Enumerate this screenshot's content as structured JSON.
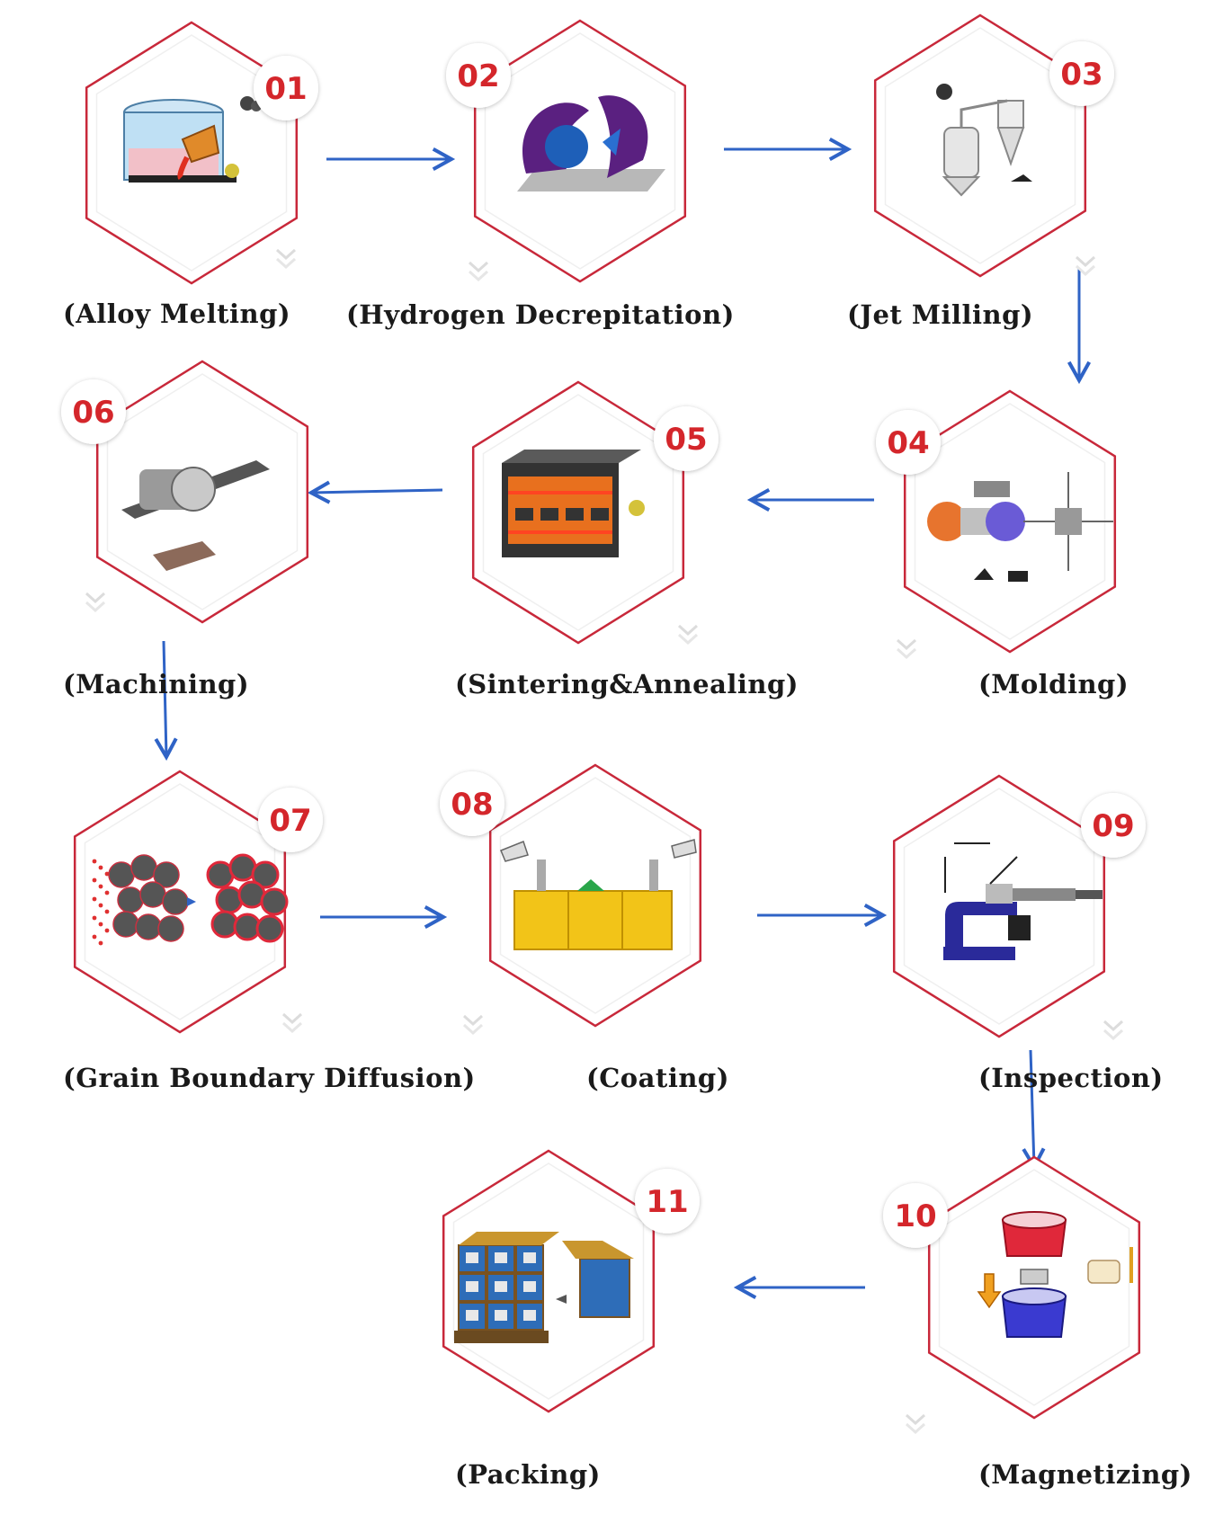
{
  "colors": {
    "accent": "#c8283a",
    "arrow": "#2f63c6",
    "badge_text": "#d4262b",
    "label": "#1a1a1a"
  },
  "steps": [
    {
      "number": "01",
      "label": "(Alloy Melting)",
      "icon": "furnace-icon"
    },
    {
      "number": "02",
      "label": "(Hydrogen Decrepitation)",
      "icon": "hydrogen-icon"
    },
    {
      "number": "03",
      "label": "(Jet Milling)",
      "icon": "jet-mill-icon"
    },
    {
      "number": "04",
      "label": "(Molding)",
      "icon": "press-icon"
    },
    {
      "number": "05",
      "label": "(Sintering&Annealing)",
      "icon": "oven-icon"
    },
    {
      "number": "06",
      "label": "(Machining)",
      "icon": "cutter-icon"
    },
    {
      "number": "07",
      "label": "(Grain Boundary Diffusion)",
      "icon": "grain-icon"
    },
    {
      "number": "08",
      "label": "(Coating)",
      "icon": "coating-tank-icon"
    },
    {
      "number": "09",
      "label": "(Inspection)",
      "icon": "micrometer-icon"
    },
    {
      "number": "10",
      "label": "(Magnetizing)",
      "icon": "magnetizer-icon"
    },
    {
      "number": "11",
      "label": "(Packing)",
      "icon": "boxes-icon"
    }
  ]
}
